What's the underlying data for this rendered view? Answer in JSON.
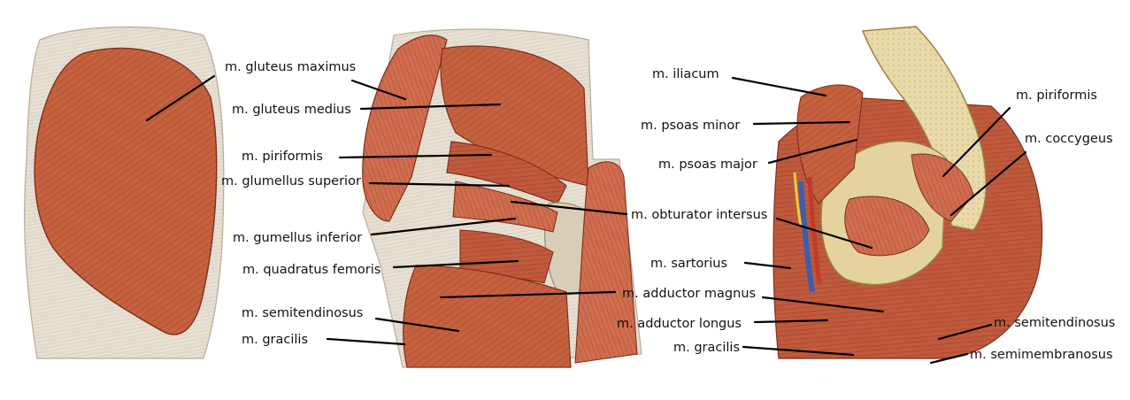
{
  "colors": {
    "muscle_light": "#d7765a",
    "muscle_mid": "#b8583c",
    "muscle_dark": "#8e3a24",
    "fascia": "#e8e2d6",
    "fascia_shade": "#c9c0b0",
    "bone": "#e9d9a8",
    "bone_dark": "#b89f60",
    "vein": "#3a5fae",
    "artery": "#c23a2a",
    "nerve": "#e8cc40",
    "leader_line": "#000000",
    "label_text": "#111111",
    "background": "#ffffff"
  },
  "panels": [
    {
      "id": "posterior-superficial",
      "labels": [
        {
          "text": "m. gluteus maximus"
        }
      ]
    },
    {
      "id": "posterior-deep",
      "labels": [
        {
          "text": "m. gluteus medius"
        },
        {
          "text": "m. piriformis"
        },
        {
          "text": "m. glumellus superior"
        },
        {
          "text": "m. obturator intersus"
        },
        {
          "text": "m. gumellus inferior"
        },
        {
          "text": "m. quadratus femoris"
        },
        {
          "text": "m. adductor magnus"
        },
        {
          "text": "m. semitendinosus"
        },
        {
          "text": "m. gracilis"
        }
      ]
    },
    {
      "id": "medial-sagittal",
      "labels": [
        {
          "text": "m. iliacum"
        },
        {
          "text": "m. piriformis"
        },
        {
          "text": "m. psoas minor"
        },
        {
          "text": "m. coccygeus"
        },
        {
          "text": "m. psoas major"
        },
        {
          "text": "m. sartorius"
        },
        {
          "text": "m. adductor longus"
        },
        {
          "text": "m. semitendinosus"
        },
        {
          "text": "m. gracilis"
        },
        {
          "text": "m. semimembranosus"
        }
      ]
    }
  ]
}
